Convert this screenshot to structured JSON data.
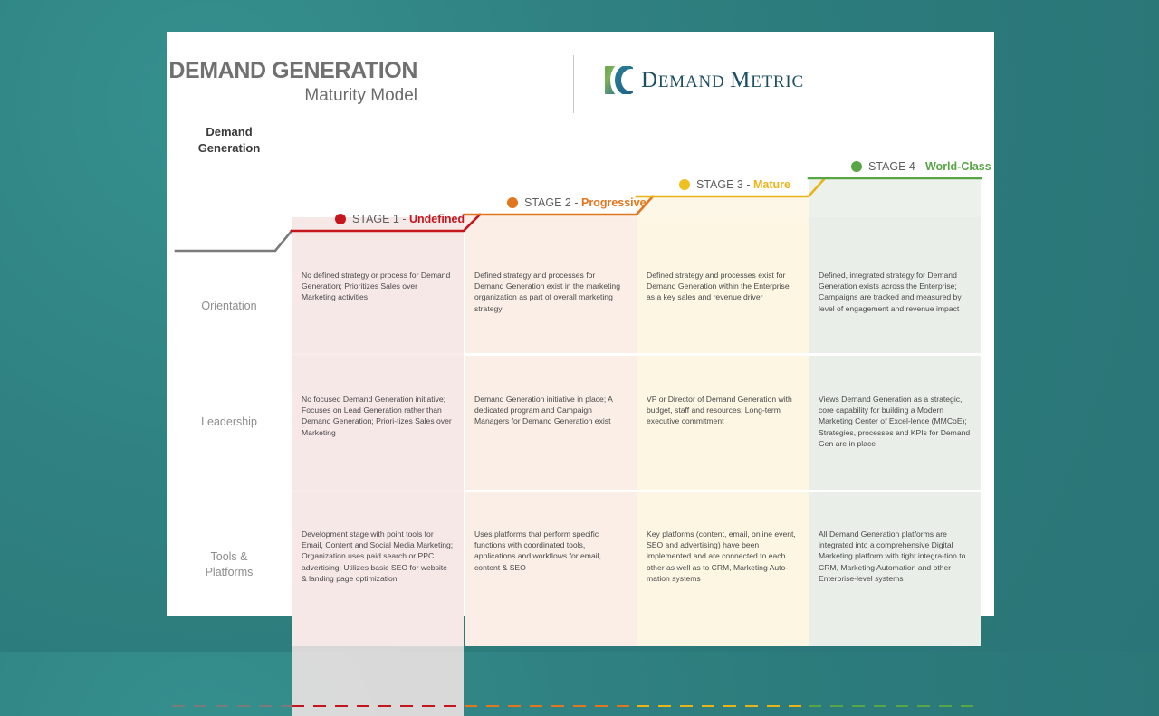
{
  "background_color": "#2f7f7f",
  "card": {
    "background": "#ffffff"
  },
  "header": {
    "title_main": "DEMAND GENERATION",
    "title_sub": "Maturity Model",
    "logo_text_1": "D",
    "logo_text_2": "EMAND ",
    "logo_text_3": "M",
    "logo_text_4": "ETRIC",
    "logo_full": "DEMAND METRIC",
    "logo_colors": {
      "green": "#6aa84f",
      "blue": "#1d5f86",
      "text": "#1d4f63"
    }
  },
  "matrix": {
    "row_header_label_line1": "Demand",
    "row_header_label_line2": "Generation",
    "row_labels": [
      {
        "line1": "Orientation",
        "line2": ""
      },
      {
        "line1": "Leadership",
        "line2": ""
      },
      {
        "line1": "Tools &",
        "line2": "Platforms"
      }
    ],
    "stages": [
      {
        "number": "STAGE 1",
        "separator": "-",
        "name": "Undefined",
        "dot_color": "#c4161c",
        "accent": "#c4161c",
        "band_color": "#f7e8e8"
      },
      {
        "number": "STAGE 2",
        "separator": "-",
        "name": "Progressive",
        "dot_color": "#e2761f",
        "accent": "#e2761f",
        "band_color": "#faeee6"
      },
      {
        "number": "STAGE 3",
        "separator": "-",
        "name": "Mature",
        "dot_color": "#f0c020",
        "accent": "#e8b418",
        "band_color": "#fdf6e3"
      },
      {
        "number": "STAGE 4",
        "separator": "-",
        "name": "World-Class",
        "dot_color": "#57a544",
        "accent": "#57a544",
        "band_color": "#e9efe8"
      }
    ],
    "cells": [
      [
        "No defined strategy or process for Demand Generation; Prioritizes Sales over Marketing activities",
        "Defined strategy and processes for Demand Generation exist in the marketing organization as part of overall marketing strategy",
        "Defined strategy and processes exist for Demand Generation within the Enterprise as a key sales and revenue driver",
        "Defined, integrated strategy for Demand Generation exists across the Enterprise; Campaigns are tracked and measured by level of engagement and revenue impact"
      ],
      [
        "No focused Demand Generation initiative; Focuses on Lead Generation rather than Demand Generation; Priori-tizes Sales over Marketing",
        "Demand Generation initiative in place; A dedicated program and Campaign Managers for Demand Generation exist",
        "VP or Director of Demand Generation with budget, staff and resources; Long-term executive commitment",
        "Views Demand Generation as a strategic, core capability for building a Modern Marketing Center of Excel-lence (MMCoE); Strategies, processes and KPIs for Demand Gen are in place"
      ],
      [
        "Development stage with point tools for Email, Content and Social Media Marketing; Organization uses paid search or PPC advertising; Utilizes basic SEO for website & landing page optimization",
        "Uses platforms that perform specific functions with coordinated tools, applications and workflows for email, content & SEO",
        "Key platforms (content, email, online event, SEO and advertising) have been implemented and are connected to each other as well as to CRM, Marketing Auto-mation systems",
        "All Demand Generation platforms are integrated into a comprehensive Digital Marketing platform with tight integra-tion to CRM, Marketing Automation and other Enterprise-level systems"
      ]
    ],
    "baseline_color": "#7a7a7a"
  }
}
